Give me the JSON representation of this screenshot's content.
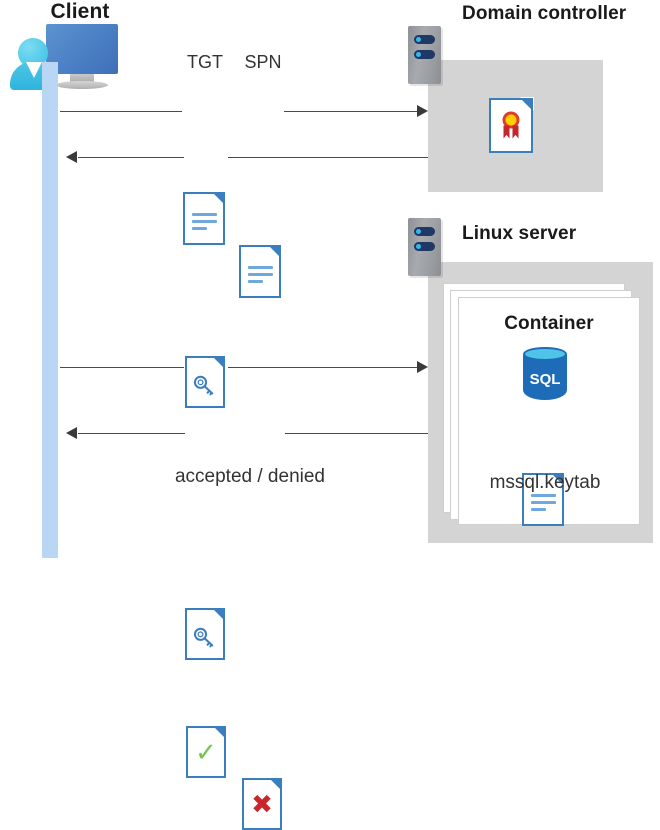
{
  "diagram": {
    "client": {
      "title": "Client",
      "icon": "client-computer-icon"
    },
    "domain_controller": {
      "title": "Domain controller",
      "rack_icon": "server-rack-icon",
      "content_icon": "certificate-document-icon"
    },
    "linux_server": {
      "title": "Linux server",
      "rack_icon": "server-rack-icon",
      "container": {
        "title": "Container",
        "sql_icon_label": "SQL",
        "keytab_label": "mssql.keytab"
      }
    },
    "messages": {
      "tgt_label": "TGT",
      "spn_label": "SPN",
      "accepted_denied_label": "accepted / denied"
    },
    "colors": {
      "accent_blue": "#3a7ebf",
      "lifeline_blue": "#b9d7f5",
      "panel_gray": "#d4d4d4",
      "rack_navy": "#1f3864",
      "rack_dot_cyan": "#35b8ef",
      "success_green": "#70c84a",
      "error_red": "#c9262b",
      "cert_gold": "#ffd000",
      "cert_ribbon_red": "#c1272d",
      "sql_blue": "#1e6bb8",
      "arrow_gray": "#4a4a4a"
    }
  }
}
